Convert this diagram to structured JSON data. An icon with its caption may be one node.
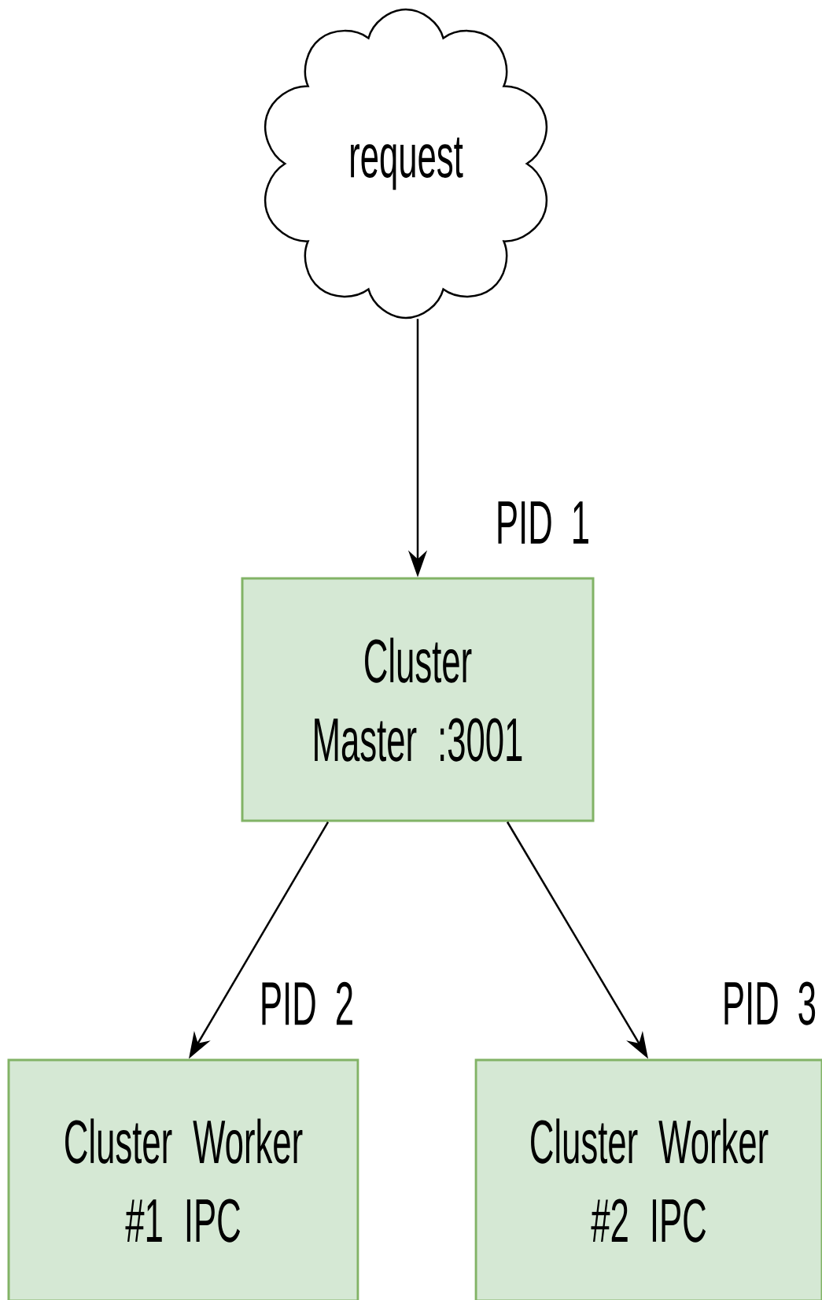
{
  "diagram": {
    "nodes": [
      {
        "text": [
          "request"
        ]
      },
      {
        "text": [
          "Cluster Master :3001"
        ],
        "beside": [
          "PID 1"
        ]
      },
      {
        "text": [
          "Cluster Worker #1 IPC"
        ],
        "beside": [
          "PID 2"
        ]
      },
      {
        "text": [
          "Cluster Worker #2 IPC"
        ],
        "beside": [
          "PID 3"
        ]
      }
    ],
    "edges": [
      {
        "from": 0,
        "to": 1,
        "arrow": "to"
      },
      {
        "from": 1,
        "to": 2,
        "arrow": "to"
      },
      {
        "from": 1,
        "to": 3,
        "arrow": "to"
      }
    ]
  }
}
